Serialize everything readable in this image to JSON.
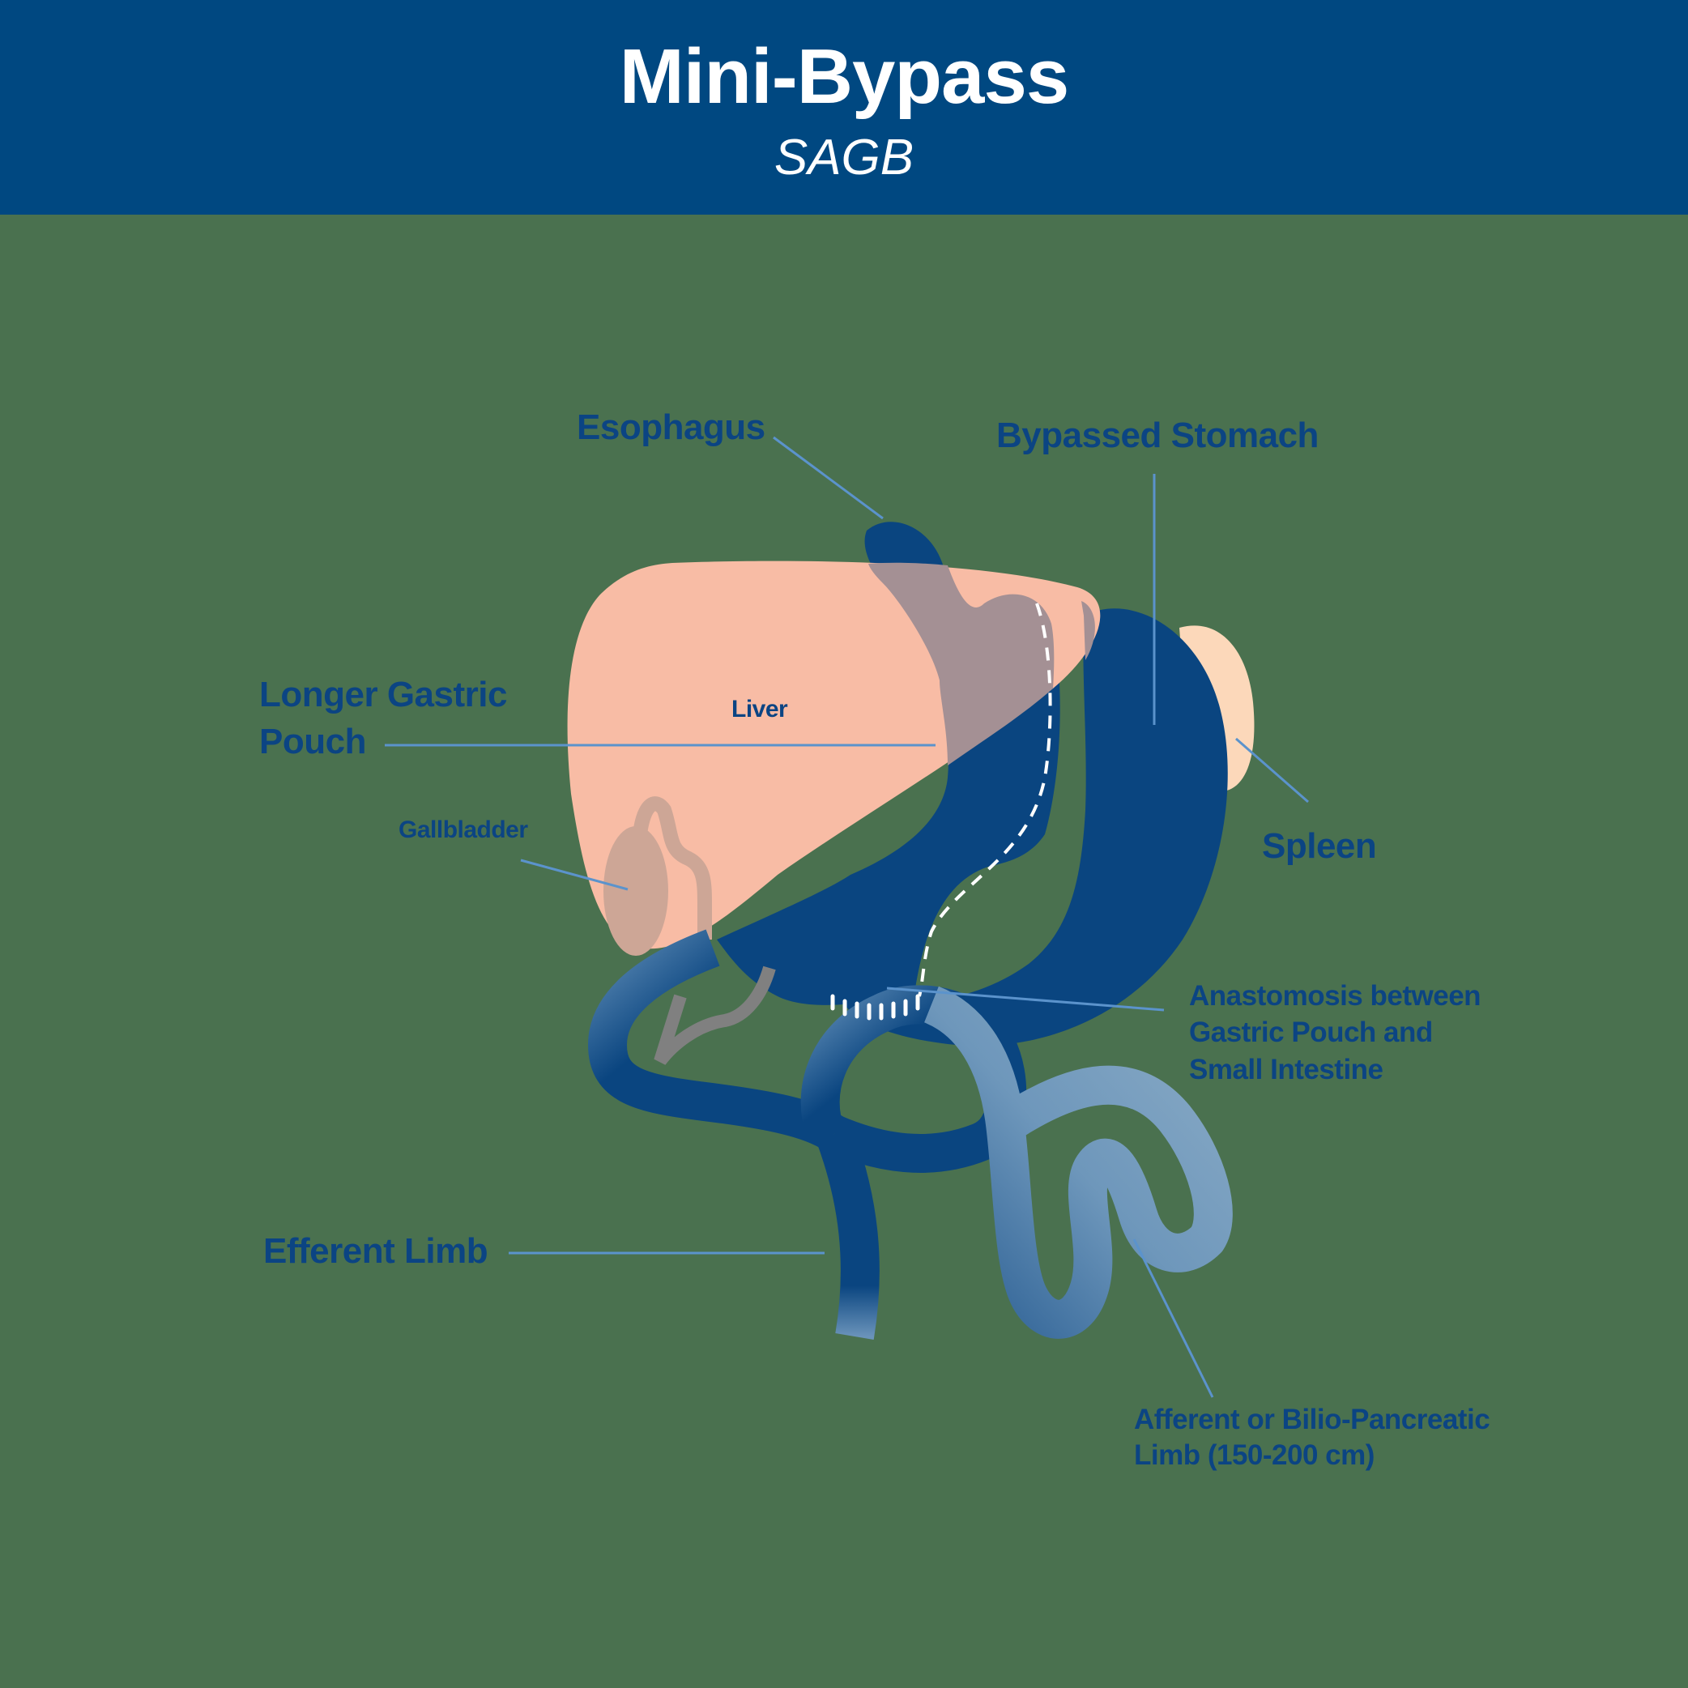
{
  "header": {
    "title": "Mini-Bypass",
    "subtitle": "SAGB",
    "background": "#004881"
  },
  "colors": {
    "background": "#4a714f",
    "liver": "#f8bca5",
    "spleen": "#fcd8ba",
    "stomach": "#0a4580",
    "overlap": "#a49094",
    "gallbladder": "#cda696",
    "duct": "#808080",
    "intestine_light": "#88aac4",
    "label_text": "#0b4483",
    "leader_line": "#5b93cc"
  },
  "labels": {
    "esophagus": "Esophagus",
    "bypassed_stomach": "Bypassed Stomach",
    "longer_gastric_pouch_line1": "Longer Gastric",
    "longer_gastric_pouch_line2": "Pouch",
    "liver": "Liver",
    "gallbladder": "Gallbladder",
    "spleen": "Spleen",
    "anastomosis_line1": "Anastomosis between",
    "anastomosis_line2": "Gastric Pouch and",
    "anastomosis_line3": "Small Intestine",
    "efferent_limb": "Efferent Limb",
    "afferent_line1": "Afferent or Bilio-Pancreatic",
    "afferent_line2": "Limb (150-200 cm)"
  }
}
